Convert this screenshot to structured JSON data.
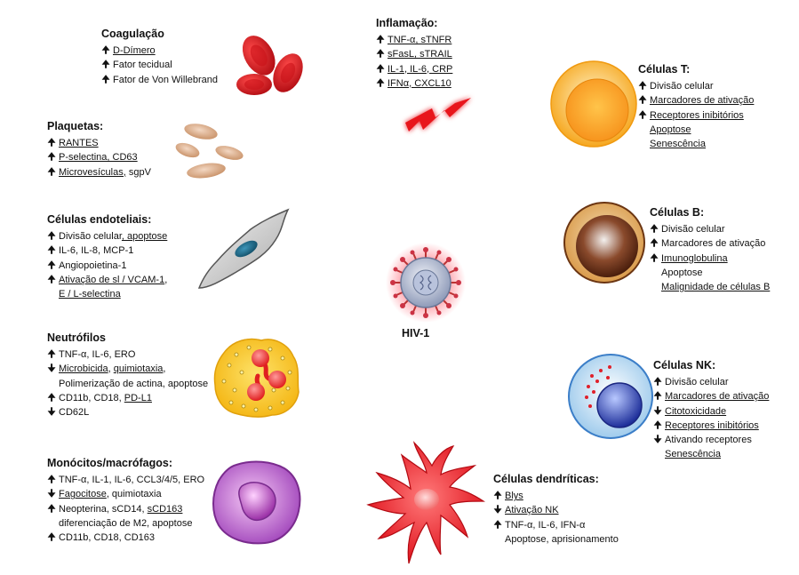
{
  "arrows": {
    "up": "🠉",
    "down": "🠋"
  },
  "hiv_label": "HIV-1",
  "blocks": {
    "coagulacao": {
      "title": "Coagulação",
      "lines": [
        {
          "dir": "up",
          "parts": [
            {
              "t": "D-Dímero",
              "u": true
            }
          ]
        },
        {
          "dir": "up",
          "parts": [
            {
              "t": "Fator tecidual",
              "u": false
            }
          ]
        },
        {
          "dir": "up",
          "parts": [
            {
              "t": "Fator de Von Willebrand",
              "u": false
            }
          ]
        }
      ]
    },
    "inflamacao": {
      "title": "Inflamação:",
      "lines": [
        {
          "dir": "up",
          "parts": [
            {
              "t": "TNF-α, sTNFR",
              "u": true
            }
          ]
        },
        {
          "dir": "up",
          "parts": [
            {
              "t": "sFasL, sTRAIL",
              "u": true
            }
          ]
        },
        {
          "dir": "up",
          "parts": [
            {
              "t": "IL-1, IL-6, CRP",
              "u": true
            }
          ]
        },
        {
          "dir": "up",
          "parts": [
            {
              "t": "IFNα, CXCL10",
              "u": true
            }
          ]
        }
      ]
    },
    "plaquetas": {
      "title": "Plaquetas:",
      "lines": [
        {
          "dir": "up",
          "parts": [
            {
              "t": "RANTES",
              "u": true
            }
          ]
        },
        {
          "dir": "up",
          "parts": [
            {
              "t": "P-selectina, CD63",
              "u": true
            }
          ]
        },
        {
          "dir": "up",
          "parts": [
            {
              "t": "Microvesículas,",
              "u": true
            },
            {
              "t": " sgpV",
              "u": false
            }
          ]
        }
      ]
    },
    "celulas_t": {
      "title": "Células T:",
      "lines": [
        {
          "dir": "up",
          "parts": [
            {
              "t": "Divisão celular",
              "u": false
            }
          ]
        },
        {
          "dir": "up",
          "parts": [
            {
              "t": "Marcadores de ativação",
              "u": true
            }
          ]
        },
        {
          "dir": "up",
          "parts": [
            {
              "t": "Receptores inibitórios",
              "u": true
            }
          ]
        },
        {
          "dir": "none",
          "parts": [
            {
              "t": "Apoptose",
              "u": true
            }
          ]
        },
        {
          "dir": "none",
          "parts": [
            {
              "t": "Senescência",
              "u": true
            }
          ]
        }
      ]
    },
    "endoteliais": {
      "title": "Células endoteliais:",
      "lines": [
        {
          "dir": "up",
          "parts": [
            {
              "t": "Divisão celular",
              "u": false
            },
            {
              "t": ", apoptose",
              "u": true
            }
          ]
        },
        {
          "dir": "up",
          "parts": [
            {
              "t": "IL-6, IL-8, MCP-1",
              "u": false
            }
          ]
        },
        {
          "dir": "up",
          "parts": [
            {
              "t": "Angiopoietina-1",
              "u": false
            }
          ]
        },
        {
          "dir": "up",
          "parts": [
            {
              "t": "Ativação de sl / VCAM-1",
              "u": true
            },
            {
              "t": ",",
              "u": false
            }
          ]
        },
        {
          "dir": "cont",
          "parts": [
            {
              "t": "E / L-selectina",
              "u": true
            }
          ]
        }
      ]
    },
    "celulas_b": {
      "title": "Células B:",
      "lines": [
        {
          "dir": "up",
          "parts": [
            {
              "t": "Divisão celular",
              "u": false
            }
          ]
        },
        {
          "dir": "up",
          "parts": [
            {
              "t": "Marcadores de ativação",
              "u": false
            }
          ]
        },
        {
          "dir": "up",
          "parts": [
            {
              "t": "Imunoglobulina",
              "u": true
            }
          ]
        },
        {
          "dir": "none",
          "parts": [
            {
              "t": "Apoptose",
              "u": false
            }
          ]
        },
        {
          "dir": "none",
          "parts": [
            {
              "t": "Malignidade de células B",
              "u": true
            }
          ]
        }
      ]
    },
    "neutrofilos": {
      "title": "Neutrófilos",
      "lines": [
        {
          "dir": "up",
          "parts": [
            {
              "t": "TNF-α, IL-6, ERO",
              "u": false
            }
          ]
        },
        {
          "dir": "down",
          "parts": [
            {
              "t": "Microbicida",
              "u": true
            },
            {
              "t": ", ",
              "u": false
            },
            {
              "t": "quimiotaxia",
              "u": true
            },
            {
              "t": ",",
              "u": false
            }
          ]
        },
        {
          "dir": "cont",
          "parts": [
            {
              "t": "Polimerização de actina, apoptose",
              "u": false
            }
          ]
        },
        {
          "dir": "up",
          "parts": [
            {
              "t": "CD11b, CD18, ",
              "u": false
            },
            {
              "t": "PD-L1",
              "u": true
            }
          ]
        },
        {
          "dir": "down",
          "parts": [
            {
              "t": "CD62L",
              "u": false
            }
          ]
        }
      ]
    },
    "celulas_nk": {
      "title": "Células NK:",
      "lines": [
        {
          "dir": "up",
          "parts": [
            {
              "t": "Divisão celular",
              "u": false
            }
          ]
        },
        {
          "dir": "up",
          "parts": [
            {
              "t": "Marcadores de ativação",
              "u": true
            }
          ]
        },
        {
          "dir": "down",
          "parts": [
            {
              "t": "Citotoxicidade",
              "u": true
            }
          ]
        },
        {
          "dir": "up",
          "parts": [
            {
              "t": "Receptores inibitórios",
              "u": true
            }
          ]
        },
        {
          "dir": "down",
          "parts": [
            {
              "t": "Ativando receptores",
              "u": false
            }
          ]
        },
        {
          "dir": "none",
          "parts": [
            {
              "t": "Senescência",
              "u": true
            }
          ]
        }
      ]
    },
    "monocitos": {
      "title": "Monócitos/macrófagos:",
      "lines": [
        {
          "dir": "up",
          "parts": [
            {
              "t": "TNF-α, IL-1, IL-6, CCL3/4/5, ERO",
              "u": false
            }
          ]
        },
        {
          "dir": "down",
          "parts": [
            {
              "t": "Fagocitose",
              "u": true
            },
            {
              "t": ", quimiotaxia",
              "u": false
            }
          ]
        },
        {
          "dir": "up",
          "parts": [
            {
              "t": "Neopterina, sCD14, ",
              "u": false
            },
            {
              "t": "sCD163",
              "u": true
            }
          ]
        },
        {
          "dir": "cont",
          "parts": [
            {
              "t": "diferenciação de M2, apoptose",
              "u": false
            }
          ]
        },
        {
          "dir": "up",
          "parts": [
            {
              "t": "CD11b, CD18, CD163",
              "u": false
            }
          ]
        }
      ]
    },
    "dendriticas": {
      "title": "Células dendríticas:",
      "lines": [
        {
          "dir": "up",
          "parts": [
            {
              "t": "Blys",
              "u": true
            }
          ]
        },
        {
          "dir": "down",
          "parts": [
            {
              "t": "Ativação NK",
              "u": true
            }
          ]
        },
        {
          "dir": "up",
          "parts": [
            {
              "t": "TNF-α, IL-6, IFN-α",
              "u": false
            }
          ]
        },
        {
          "dir": "none",
          "parts": [
            {
              "t": "Apoptose, aprisionamento",
              "u": false
            }
          ]
        }
      ]
    }
  },
  "colors": {
    "rbc": "#d4141c",
    "lightning": "#e8141c",
    "platelet": "#d9a47e",
    "endothelial": "#d8d8d8",
    "endothelial_nucleus": "#1f6f8f",
    "t_cell": "#f7a21b",
    "b_cell": "#7a3b1a",
    "nk_cell": "#2b3fa8",
    "neutrophil": "#f8c620",
    "monocyte": "#9b3db0",
    "dendritic": "#ee1c26",
    "hiv": "#a8b4d0"
  }
}
